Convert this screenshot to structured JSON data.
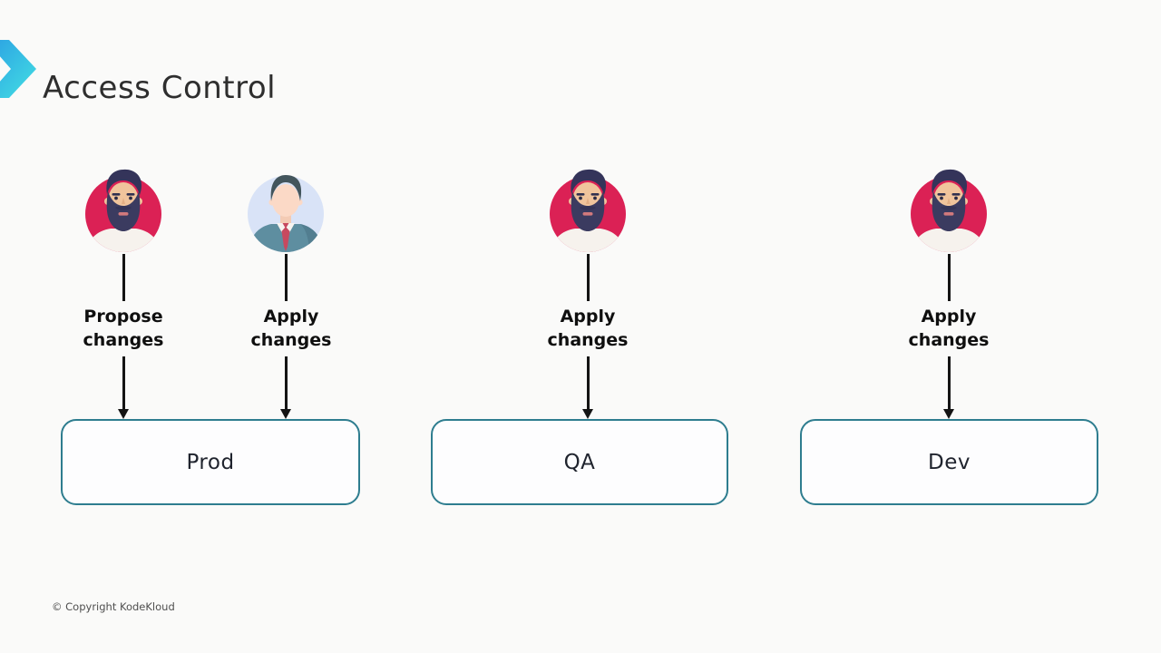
{
  "slide": {
    "title": "Access Control",
    "copyright": "© Copyright KodeKloud"
  },
  "actors": [
    {
      "avatar": "bearded-man",
      "action": "Propose changes"
    },
    {
      "avatar": "business-man",
      "action": "Apply changes"
    },
    {
      "avatar": "bearded-man",
      "action": "Apply changes"
    },
    {
      "avatar": "bearded-man",
      "action": "Apply changes"
    }
  ],
  "environments": [
    {
      "label": "Prod"
    },
    {
      "label": "QA"
    },
    {
      "label": "Dev"
    }
  ],
  "colors": {
    "background": "#fafaf9",
    "accent_gradient_start": "#2b9fe3",
    "accent_gradient_end": "#43dfe3",
    "env_box_border": "#2e7d8f",
    "connector": "#141414",
    "avatar_crimson_circle": "#db2155",
    "avatar_periwinkle_circle": "#d9e3f7"
  }
}
